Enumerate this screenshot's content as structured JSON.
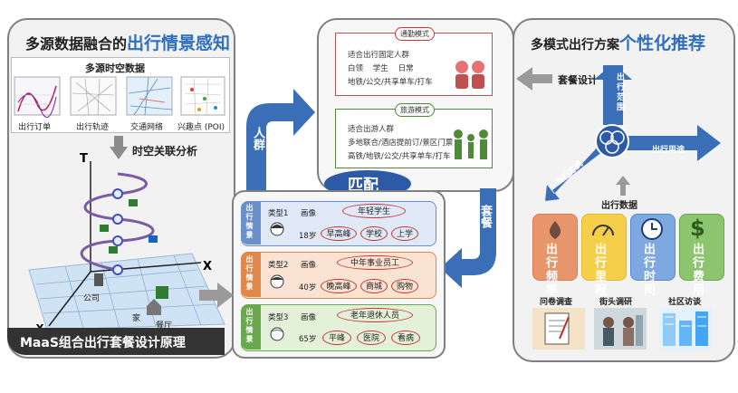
{
  "left_panel": {
    "title_prefix": "多源数据融合的",
    "title_highlight": "出行情景感知",
    "sources_title": "多源时空数据",
    "sources": [
      "出行订单",
      "出行轨迹",
      "交通网络",
      "兴趣点 (POI)"
    ],
    "analysis_label": "时空关联分析",
    "axis_t": "T",
    "axis_x": "X",
    "axis_y": "Y",
    "places": [
      "公司",
      "家",
      "餐厅"
    ],
    "caption": "MaaS组合出行套餐设计原理"
  },
  "crowd_arrow": "人群",
  "match_label": "匹配",
  "package_arrow": "套餐",
  "center_panel": {
    "commute": {
      "header": "通勤模式",
      "lines": [
        "适合出行固定人群",
        "白领    学生    日常",
        "地铁/公交/共享单车/打车"
      ]
    },
    "travel": {
      "header": "旅游模式",
      "lines": [
        "适合出游人群",
        "多地联合/酒店提前订/景区门票",
        "高铁/地铁/公交/共享单车/打车"
      ]
    }
  },
  "profiles": {
    "side_label": "出行情景",
    "rows": [
      {
        "type": "类型1",
        "portrait": "画像",
        "group": "年轻学生",
        "age": "18岁",
        "tags": [
          "早高峰",
          "学校",
          "上学"
        ],
        "color": "#dfe9f7",
        "border": "#6a8fc9"
      },
      {
        "type": "类型2",
        "portrait": "画像",
        "group": "中年事业员工",
        "age": "40岁",
        "tags": [
          "晚高峰",
          "商城",
          "购物"
        ],
        "color": "#fbe3d3",
        "border": "#e0874b"
      },
      {
        "type": "类型3",
        "portrait": "画像",
        "group": "老年退休人员",
        "age": "65岁",
        "tags": [
          "平峰",
          "医院",
          "看病"
        ],
        "color": "#e3f1d8",
        "border": "#6aa84f"
      }
    ]
  },
  "right_panel": {
    "title_prefix": "多模式出行方案",
    "title_highlight": "个性化推荐",
    "design_label": "套餐设计",
    "arm_labels": [
      "出行范围",
      "出行方式",
      "出行用途"
    ],
    "data_label": "出行数据",
    "tiles": [
      {
        "text": "出行频率",
        "icon": "fire-icon"
      },
      {
        "text": "出行里程",
        "icon": "gauge-icon"
      },
      {
        "text": "出行时间",
        "icon": "clock-icon"
      },
      {
        "text": "出行费用",
        "icon": "dollar-icon"
      }
    ],
    "methods": [
      "问卷调查",
      "街头调研",
      "社区访谈"
    ]
  },
  "colors": {
    "accent_blue": "#2f6fbd",
    "arrow_blue": "#3a6fb8",
    "commute_red": "#c0504d",
    "travel_green": "#4e8a3a",
    "type1": "#6a8fc9",
    "type2": "#e0874b",
    "type3": "#6aa84f"
  }
}
